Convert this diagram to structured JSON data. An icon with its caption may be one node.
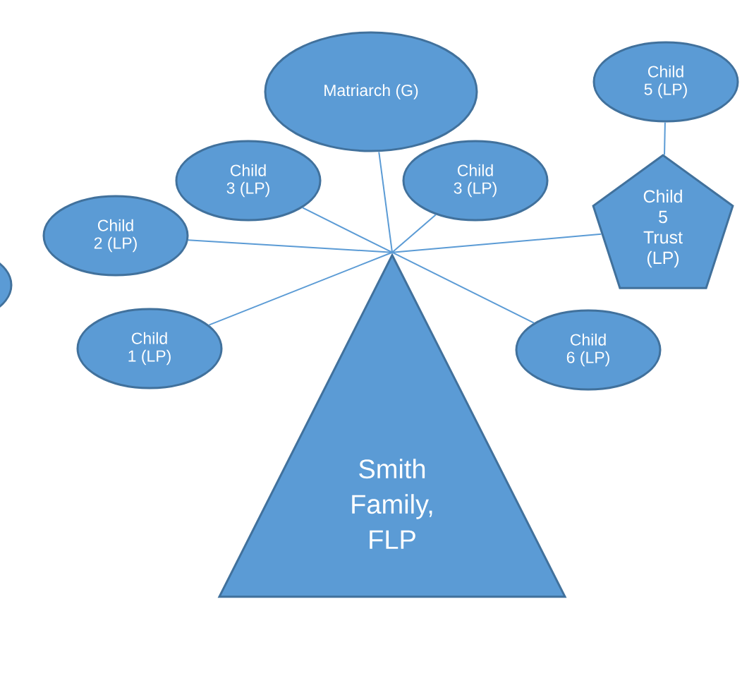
{
  "diagram": {
    "nodes": [
      {
        "text": [
          "Matriarch (G)"
        ]
      },
      {
        "text": [
          "Child 3 (LP)"
        ]
      },
      {
        "text": [
          "Child 3 (LP)"
        ]
      },
      {
        "text": [
          "Child 5 (LP)"
        ]
      },
      {
        "text": [
          "Child 2 (LP)"
        ]
      },
      {
        "text": [
          "Child 5 Trust (LP)"
        ]
      },
      {
        "text": [],
        "shape": "ellipse"
      },
      {
        "text": [
          "Child 1 (LP)"
        ]
      },
      {
        "text": [
          "Child 6 (LP)"
        ]
      },
      {
        "text": [
          "Smith Family, FLP"
        ]
      }
    ],
    "edges": [
      {
        "from": 9,
        "to": 0,
        "arrow": "none"
      },
      {
        "from": 9,
        "to": 1,
        "arrow": "none"
      },
      {
        "from": 9,
        "to": 2,
        "arrow": "none"
      },
      {
        "from": 9,
        "to": 4,
        "arrow": "none"
      },
      {
        "from": 9,
        "to": 5,
        "arrow": "none"
      },
      {
        "from": 9,
        "to": 7,
        "arrow": "none"
      },
      {
        "from": 9,
        "to": 8,
        "arrow": "none"
      },
      {
        "from": 3,
        "to": 5,
        "arrow": "none"
      }
    ]
  }
}
